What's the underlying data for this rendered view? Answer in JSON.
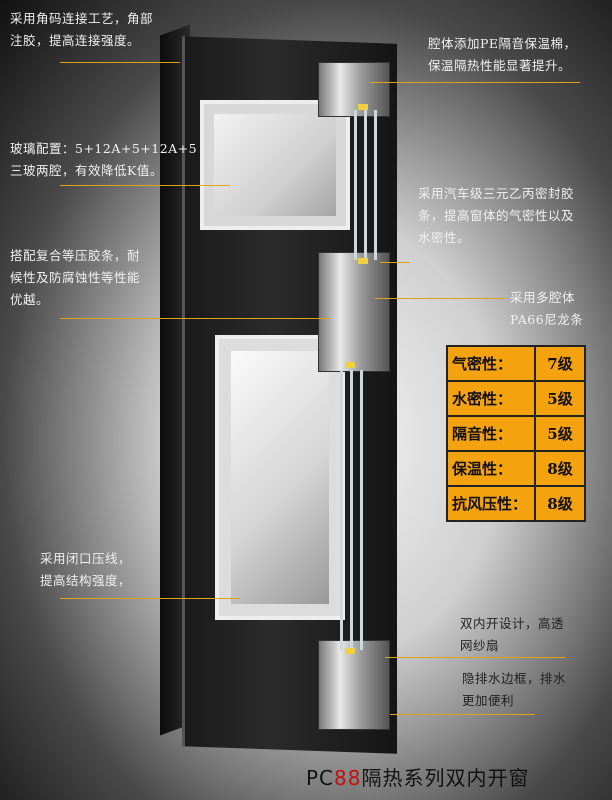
{
  "annotations": {
    "corner": [
      "采用角码连接工艺，角部",
      "注胶，提高连接强度。"
    ],
    "glass": [
      "玻璃配置：5+12A+5+12A+5",
      "三玻两腔，有效降低K值。"
    ],
    "gasket_strip": [
      "搭配复合等压胶条，耐",
      "候性及防腐蚀性等性能",
      "优越。"
    ],
    "closed_bead": [
      "采用闭口压线，",
      "提高结构强度，"
    ],
    "pe_cotton": [
      "腔体添加PE隔音保温棉，",
      "保温隔热性能显著提升。"
    ],
    "epdm_seal": [
      "采用汽车级三元乙丙密封胶",
      "条，提高窗体的气密性以及",
      "水密性。"
    ],
    "pa66": [
      "采用多腔体",
      "PA66尼龙条"
    ],
    "double_open": [
      "双内开设计，高透",
      "网纱扇"
    ],
    "drain": [
      "隐排水边框，排水",
      "更加便利"
    ]
  },
  "specs": [
    {
      "name": "气密性：",
      "grade": "7级"
    },
    {
      "name": "水密性：",
      "grade": "5级"
    },
    {
      "name": "隔音性：",
      "grade": "5级"
    },
    {
      "name": "保温性：",
      "grade": "8级"
    },
    {
      "name": "抗风压性：",
      "grade": "8级"
    }
  ],
  "footer": {
    "prefix": "PC",
    "number": "88",
    "title": "隔热系列双内开窗"
  },
  "colors": {
    "accent_line": "#e0a020",
    "table_bg": "#f5a20f",
    "footer_number": "#c21010"
  }
}
